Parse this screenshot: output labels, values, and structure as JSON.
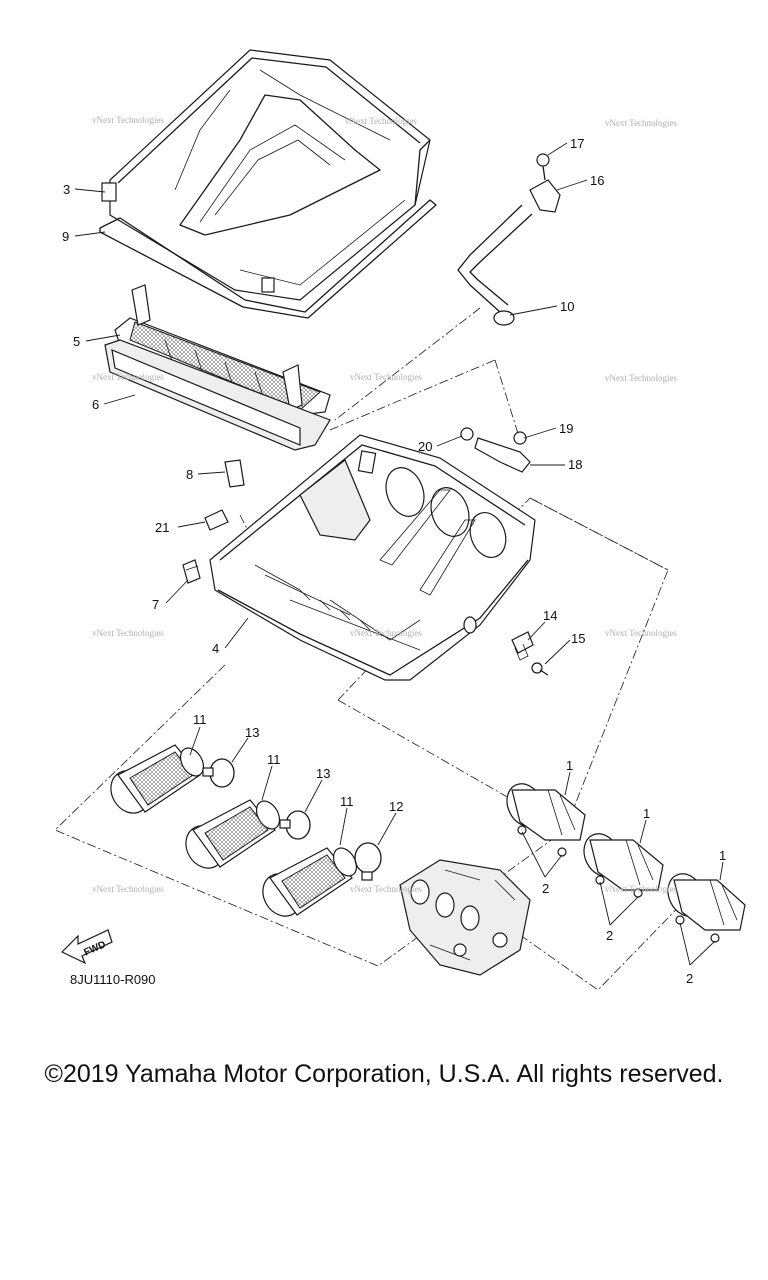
{
  "diagram": {
    "callouts": [
      {
        "id": "c3",
        "label": "3"
      },
      {
        "id": "c9",
        "label": "9"
      },
      {
        "id": "c5",
        "label": "5"
      },
      {
        "id": "c6",
        "label": "6"
      },
      {
        "id": "c8",
        "label": "8"
      },
      {
        "id": "c21",
        "label": "21"
      },
      {
        "id": "c7",
        "label": "7"
      },
      {
        "id": "c4",
        "label": "4"
      },
      {
        "id": "c17",
        "label": "17"
      },
      {
        "id": "c16",
        "label": "16"
      },
      {
        "id": "c10",
        "label": "10"
      },
      {
        "id": "c19",
        "label": "19"
      },
      {
        "id": "c20",
        "label": "20"
      },
      {
        "id": "c18",
        "label": "18"
      },
      {
        "id": "c14",
        "label": "14"
      },
      {
        "id": "c15",
        "label": "15"
      },
      {
        "id": "c11a",
        "label": "11"
      },
      {
        "id": "c13a",
        "label": "13"
      },
      {
        "id": "c11b",
        "label": "11"
      },
      {
        "id": "c13b",
        "label": "13"
      },
      {
        "id": "c11c",
        "label": "11"
      },
      {
        "id": "c12",
        "label": "12"
      },
      {
        "id": "c1a",
        "label": "1"
      },
      {
        "id": "c2a",
        "label": "2"
      },
      {
        "id": "c1b",
        "label": "1"
      },
      {
        "id": "c2b",
        "label": "2"
      },
      {
        "id": "c1c",
        "label": "1"
      },
      {
        "id": "c2c",
        "label": "2"
      }
    ],
    "watermark": "vNext Technologies",
    "diagram_code": "8JU1110-R090",
    "fwd_label": "FWD"
  },
  "footer": {
    "copyright": "©2019 Yamaha Motor Corporation, U.S.A. All rights reserved."
  }
}
